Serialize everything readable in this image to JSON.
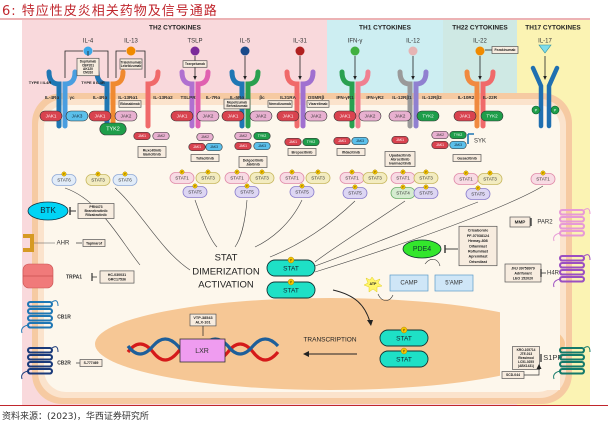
{
  "title": "6:  特应性皮炎相关药物及信号通路",
  "footer": "资料来源：(2023)，华西证券研究所",
  "colors": {
    "accent_red": "#c0262d",
    "th2_bg": "#f9d9dc",
    "th1_bg": "#cdeef2",
    "th22_bg": "#cfe9e4",
    "th17_bg": "#fbf3b3",
    "cell": "#fdf7ec",
    "membrane": "#f6caa2",
    "nucleus": "#f6c795",
    "stat_dimer": "#1ee0c6",
    "pde4": "#33e62c",
    "lxr": "#ef9cf0",
    "btk": "#00d4f5"
  },
  "sections": [
    "TH2 CYTOKINES",
    "TH1 CYTOKINES",
    "TH22 CYTOKINES",
    "TH17 CYTOKINES"
  ],
  "cytokines": [
    "IL-4",
    "IL-13",
    "TSLP",
    "IL-5",
    "IL-31",
    "IFN-γ",
    "IL-12",
    "IL-22",
    "IL-17"
  ],
  "receptor_types": [
    "TYPE I IL4R",
    "TYPE II IL4R"
  ],
  "cytokine_drugs": {
    "il4": "Dupilumab CBP201 AK120 CM310",
    "il13": "Tralokinumab Lebrikizumab",
    "tslp": "Tezepelumab",
    "il22": "Fezakinumab",
    "il13ra1": "Eblasakimab",
    "il5ra": "Mepolizumab Benralizumab",
    "il31ra": "Nemolizumab",
    "osmrb": "Vixarelimab"
  },
  "receptor_labels": [
    "IL-4Rα",
    "γc",
    "IL-4Rα",
    "IL-13Rα1",
    "IL-13Rα2",
    "TSLPR",
    "IL-7Rα",
    "IL-5Rα",
    "βc",
    "IL31RA",
    "OSMRβ",
    "IFN-γR1",
    "IFN-γR2",
    "IL-12Rβ1",
    "IL-12Rβ2",
    "IL-10R2",
    "IL-22R"
  ],
  "kinases": [
    "JAK1",
    "JAK3",
    "JAK1",
    "JAK2",
    "JAK1",
    "JAK2",
    "JAK1",
    "JAK2",
    "JAK1",
    "JAK2",
    "JAK1",
    "JAK2",
    "JAK2",
    "TYK2",
    "JAK1",
    "TYK2",
    "TYK2"
  ],
  "phospho": "P",
  "jak_inhibitors": [
    {
      "kinases": [
        "JAK1",
        "JAK2"
      ],
      "drugs": "Ruxolitinib Baricitinib"
    },
    {
      "kinases": [
        "JAK2",
        "JAK1",
        "JAK3"
      ],
      "drugs": "Tofacitinib"
    },
    {
      "kinases": [
        "JAK2",
        "TYK2",
        "JAK1",
        "JAK3"
      ],
      "drugs": "Delgocitinib Jaktinib"
    },
    {
      "kinases": [
        "JAK1",
        "TYK2"
      ],
      "drugs": "Brepocitinib"
    },
    {
      "kinases": [
        "JAK1",
        "JAK3"
      ],
      "drugs": "Ifidacitinib"
    },
    {
      "kinases": [
        "JAK1"
      ],
      "drugs": "Upadacitinib Abrocitinib Ivarmacitinib"
    },
    {
      "kinases": [
        "JAK2",
        "TYK2",
        "JAK1",
        "JAK3"
      ],
      "drugs": "Gusacitinib"
    }
  ],
  "syk": "SYK",
  "stats": [
    "STAT6",
    "STAT3",
    "STAT6",
    "STAT1",
    "STAT3",
    "STAT5",
    "STAT1",
    "STAT3",
    "STAT5",
    "STAT1",
    "STAT3",
    "STAT5",
    "STAT1",
    "STAT3",
    "STAT5",
    "STAT1",
    "STAT3",
    "STAT4",
    "STAT5",
    "STAT1",
    "STAT3",
    "STAT5",
    "STAT1"
  ],
  "left": {
    "btk": "BTK",
    "btk_drugs": "PRN473 Branebrutinib Rilzabrutinib",
    "ahr": "AHR",
    "ahr_drug": "Tapinarof",
    "trpa1": "TRPA1",
    "trpa1_drugs": "HC-030031 GRC17536",
    "cb1r": "CB1R",
    "cb2r": "CB2R",
    "cb2r_drug": "S-777469"
  },
  "center": {
    "dimer_text": [
      "STAT",
      "DIMERIZATION",
      "ACTIVATION"
    ],
    "stat": "STAT",
    "transcription": "TRANSCRIPTION",
    "lxr": "LXR",
    "lxr_drugs": "VTP-38543 ALX-101",
    "pde4": "PDE4",
    "pde4_drugs": "Crisaborole PF-07038124 Hemay-808 Difamilast Roflumilast Apremilast Orismilast",
    "atp": "ATP",
    "camp": "CAMP",
    "amp": "5'AMP"
  },
  "right": {
    "mmp": "MMP",
    "par2": "PAR2",
    "h4r": "H4R",
    "h4r_drugs": "JNJ 39758979 Adriforant LEO 152020",
    "s1pr": "S1PR",
    "s1pr_drugs": "KRO-105714 JTE-013 Etrasimod LC51-0255 (ABX1431)",
    "s1pr_agonist": "SCD-044"
  }
}
